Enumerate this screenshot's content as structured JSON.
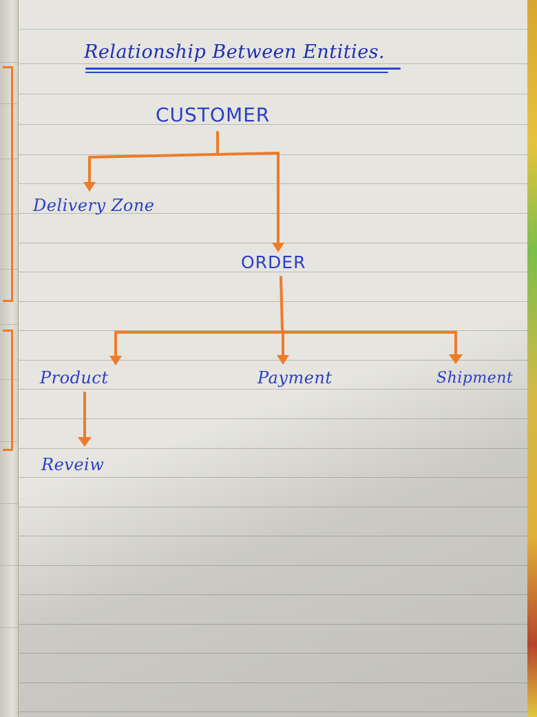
{
  "title": "Relationship Between Entities.",
  "colors": {
    "ink": "#2a3fc8",
    "arrow": "#ee7b2a",
    "paper": "#e6e5df"
  },
  "nodes": {
    "customer": "CUSTOMER",
    "delivery_zone": "Delivery Zone",
    "order": "ORDER",
    "product": "Product",
    "payment": "Payment",
    "shipment": "Shipment",
    "review": "Reveiw"
  },
  "edges": [
    {
      "from": "CUSTOMER",
      "to": "Delivery Zone"
    },
    {
      "from": "CUSTOMER",
      "to": "ORDER"
    },
    {
      "from": "ORDER",
      "to": "Product"
    },
    {
      "from": "ORDER",
      "to": "Payment"
    },
    {
      "from": "ORDER",
      "to": "Shipment"
    },
    {
      "from": "Product",
      "to": "Reveiw"
    }
  ]
}
